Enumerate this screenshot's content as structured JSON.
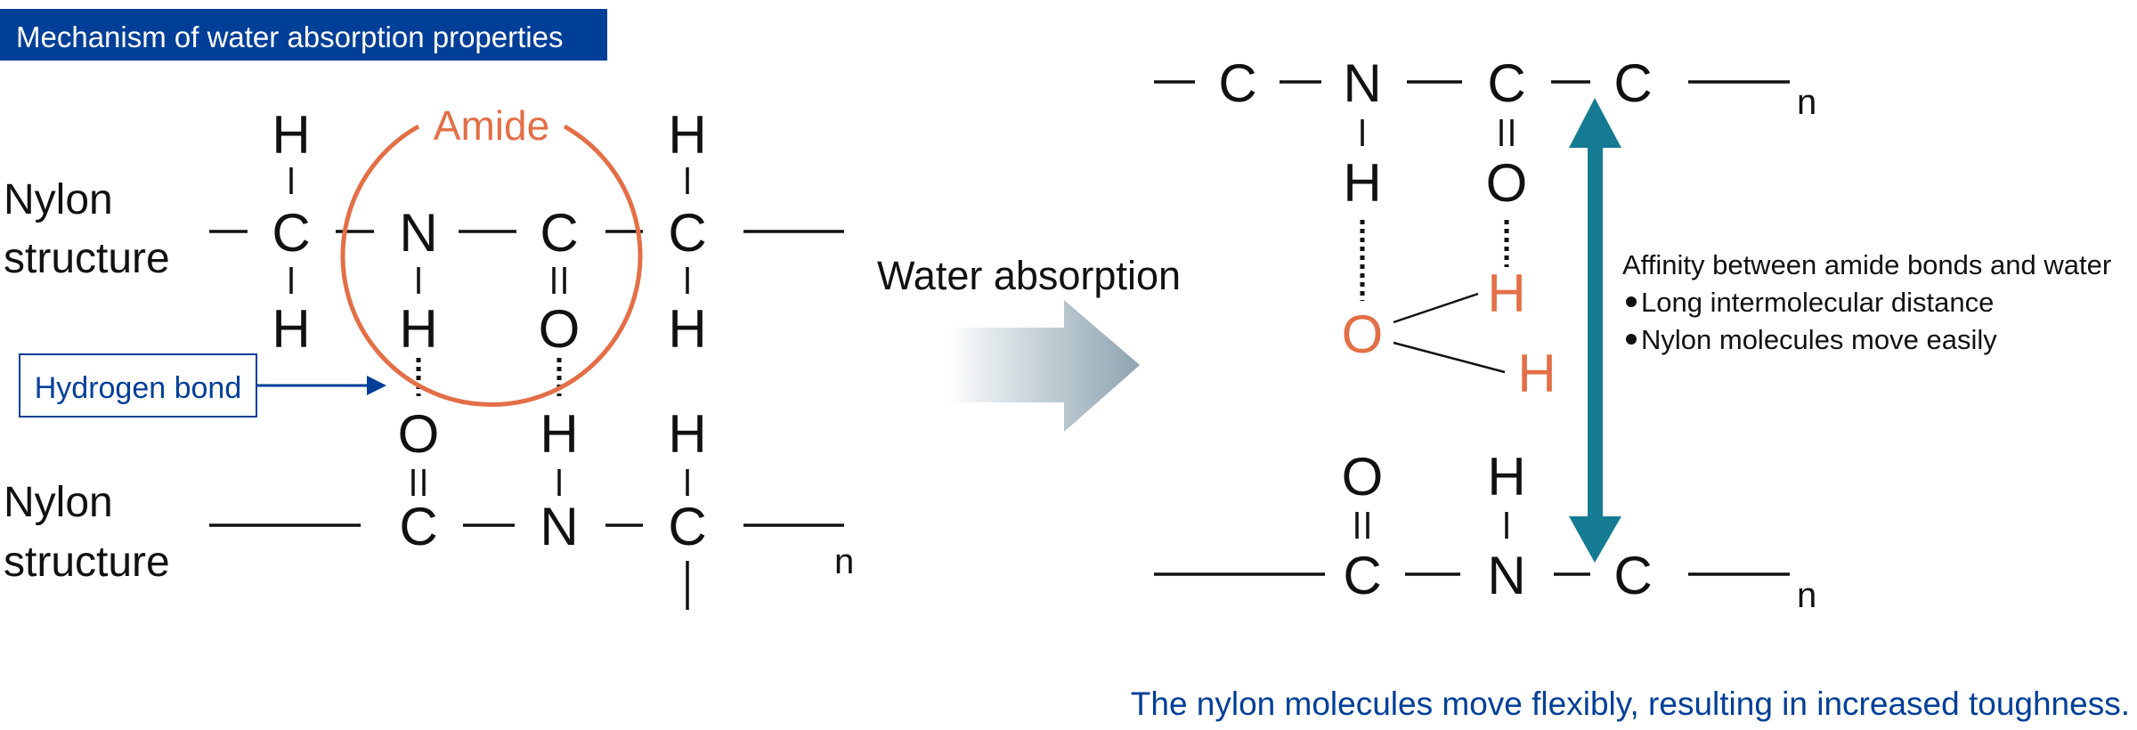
{
  "title": "Mechanism of water absorption properties",
  "labels": {
    "nylon_top_1": "Nylon",
    "nylon_top_2": "structure",
    "nylon_bottom_1": "Nylon",
    "nylon_bottom_2": "structure",
    "amide": "Amide",
    "hydrogen_bond": "Hydrogen bond",
    "water_absorption": "Water absorption",
    "subscript_n": "n"
  },
  "atoms": {
    "C": "C",
    "N": "N",
    "H": "H",
    "O": "O"
  },
  "affinity": {
    "heading": "Affinity between amide bonds and water",
    "bullet_1": "Long intermolecular distance",
    "bullet_2": "Nylon molecules move easily"
  },
  "conclusion": "The nylon molecules move flexibly, resulting in increased toughness.",
  "colors": {
    "brand_blue": "#003f98",
    "amide_orange": "#e36f47",
    "arrow_teal": "#157b93",
    "process_arrow_gray": "#8fa4b0"
  }
}
